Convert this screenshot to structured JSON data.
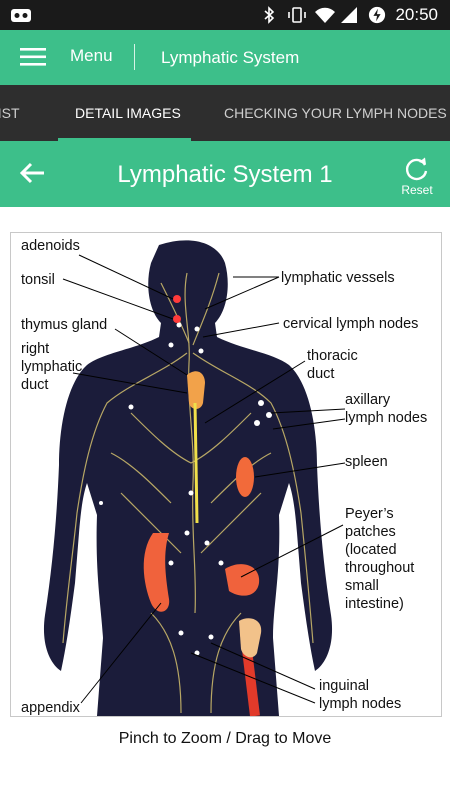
{
  "status_bar": {
    "time": "20:50"
  },
  "app_bar": {
    "menu_label": "Menu",
    "title": "Lymphatic System"
  },
  "tabs": [
    {
      "label": "LIST"
    },
    {
      "label": "DETAIL IMAGES",
      "active": true
    },
    {
      "label": "CHECKING YOUR LYMPH NODES"
    }
  ],
  "detail": {
    "title": "Lymphatic System 1",
    "reset_label": "Reset"
  },
  "diagram_labels": {
    "adenoids": "adenoids",
    "tonsil": "tonsil",
    "lymphatic_vessels": "lymphatic vessels",
    "thymus_gland": "thymus gland",
    "cervical_lymph_nodes": "cervical lymph nodes",
    "right_lymphatic_duct": [
      "right",
      "lymphatic",
      "duct"
    ],
    "thoracic_duct": [
      "thoracic",
      "duct"
    ],
    "axillary_lymph_nodes": [
      "axillary",
      "lymph nodes"
    ],
    "spleen": "spleen",
    "peyers_patches": [
      "Peyer’s",
      "patches",
      "(located",
      "throughout",
      "small",
      "intestine)"
    ],
    "appendix": "appendix",
    "inguinal_lymph_nodes": [
      "inguinal",
      "lymph nodes"
    ]
  },
  "caption": "Pinch to Zoom / Drag to Move",
  "colors": {
    "accent": "#3dbf8a",
    "tab_bar": "#2e2e2e",
    "status_bar": "#1a1a1a",
    "body_fill": "#1b1c3a"
  }
}
